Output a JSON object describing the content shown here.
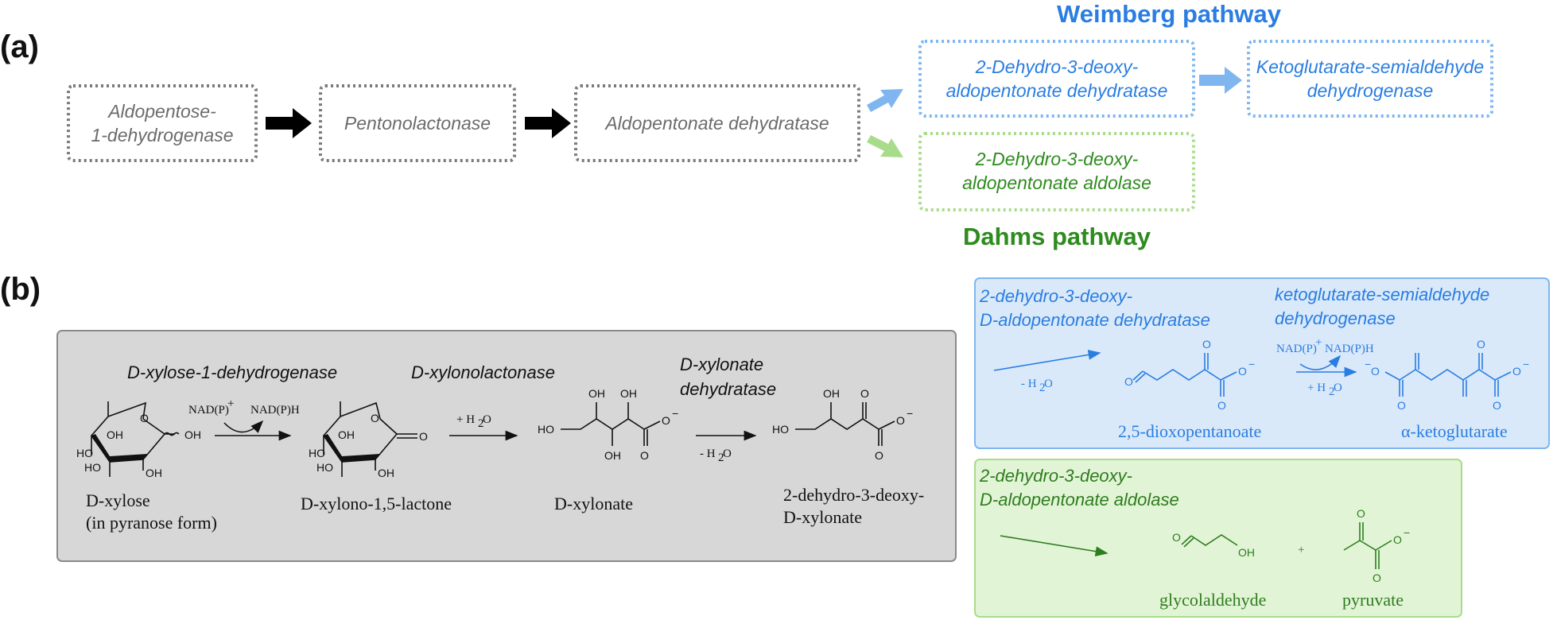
{
  "panel_a": {
    "label": "(a)",
    "enzymes": [
      "Aldopentose-",
      "1-dehydrogenase",
      "Pentonolactonase",
      "Aldopentonate dehydratase"
    ],
    "weimberg": {
      "title": "Weimberg pathway",
      "enzyme1": [
        "2-Dehydro-3-deoxy-",
        "aldopentonate dehydratase"
      ],
      "enzyme2": [
        "Ketoglutarate-semialdehyde",
        "dehydrogenase"
      ]
    },
    "dahms": {
      "title": "Dahms pathway",
      "enzyme1": [
        "2-Dehydro-3-deoxy-",
        "aldopentonate aldolase"
      ]
    },
    "colors": {
      "gray": "#6b6b6b",
      "blue": "#2a7de1",
      "light_blue": "#7fb6f0",
      "green": "#2e8b1e",
      "light_green": "#a8dc8a"
    }
  },
  "panel_b": {
    "label": "(b)",
    "gray_box": {
      "enzymes": [
        "D-xylose-1-dehydrogenase",
        "D-xylonolactonase",
        "D-xylonate",
        "dehydratase"
      ],
      "cofactor_in": "NAD(P)",
      "cofactor_out": "NAD(P)H",
      "plus": "+",
      "hydration": "+ H",
      "hydration_tail": "O",
      "dehydration": "- H",
      "dehydration_tail": "O",
      "compounds": {
        "xylose": [
          "D-xylose",
          "(in pyranose form)"
        ],
        "lactone": "D-xylono-1,5-lactone",
        "xylonate": "D-xylonate",
        "kdx": [
          "2-dehydro-3-deoxy-",
          "D-xylonate"
        ]
      },
      "atoms": {
        "oh": "OH",
        "ho": "HO",
        "o": "O",
        "minus": "−",
        "two": "2"
      }
    },
    "blue_box": {
      "enzyme1": [
        "2-dehydro-3-deoxy-",
        "D-aldopentonate dehydratase"
      ],
      "enzyme2": [
        "ketoglutarate-semialdehyde",
        "dehydrogenase"
      ],
      "dehydration": "- H",
      "dehydration_tail": "O",
      "cofactor_in": "NAD(P)",
      "cofactor_out": "NAD(P)H",
      "hydration": "+ H",
      "hydration_tail": "O",
      "compound1": "2,5-dioxopentanoate",
      "compound2": "α-ketoglutarate"
    },
    "green_box": {
      "enzyme": [
        "2-dehydro-3-deoxy-",
        "D-aldopentonate aldolase"
      ],
      "compound1": "glycolaldehyde",
      "plus": "+",
      "compound2": "pyruvate"
    }
  }
}
